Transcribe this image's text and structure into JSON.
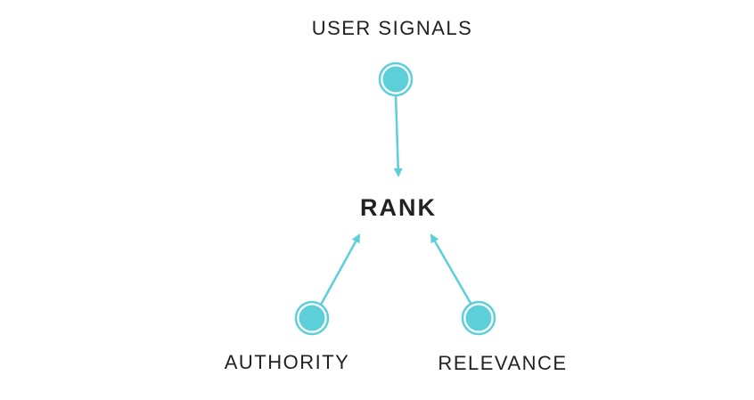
{
  "diagram": {
    "top_label": "USER SIGNALS",
    "center_label": "RANK",
    "left_label": "AUTHORITY",
    "right_label": "RELEVANCE"
  },
  "colors": {
    "accent": "#5ccfd8",
    "ring": "#3fb8c4",
    "text": "#222222"
  }
}
